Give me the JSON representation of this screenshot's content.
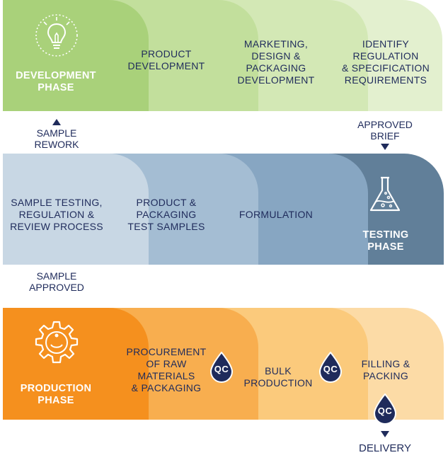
{
  "development": {
    "phase_label": "DEVELOPMENT\nPHASE",
    "steps": [
      "PRODUCT\nDEVELOPMENT",
      "MARKETING,\nDESIGN &\nPACKAGING\nDEVELOPMENT",
      "IDENTIFY\nREGULATION\n& SPECIFICATION\nREQUIREMENTS"
    ],
    "icon": "lightbulb-icon"
  },
  "testing": {
    "steps": [
      "SAMPLE TESTING,\nREGULATION &\nREVIEW PROCESS",
      "PRODUCT &\nPACKAGING\nTEST SAMPLES",
      "FORMULATION"
    ],
    "phase_label": "TESTING\nPHASE",
    "icon": "flask-icon"
  },
  "production": {
    "phase_label": "PRODUCTION\nPHASE",
    "steps": [
      "PROCUREMENT\nOF RAW\nMATERIALS\n& PACKAGING",
      "BULK\nPRODUCTION",
      "FILLING &\nPACKING"
    ],
    "icon": "gear-icon",
    "qc_label": "QC"
  },
  "notes": {
    "sample_rework": "SAMPLE\nREWORK",
    "approved_brief": "APPROVED\nBRIEF",
    "sample_approved": "SAMPLE\nAPPROVED",
    "delivery": "DELIVERY"
  },
  "colors": {
    "dev": [
      "#a9d17a",
      "#c2df9c",
      "#d3e8b5",
      "#e3f0cf"
    ],
    "test": [
      "#c8d7e4",
      "#a4bdd3",
      "#87a6c2",
      "#617f99"
    ],
    "prod": [
      "#f5901e",
      "#f8ae4f",
      "#fbca7c",
      "#fcdba6"
    ],
    "text": "#1f2b5b"
  }
}
